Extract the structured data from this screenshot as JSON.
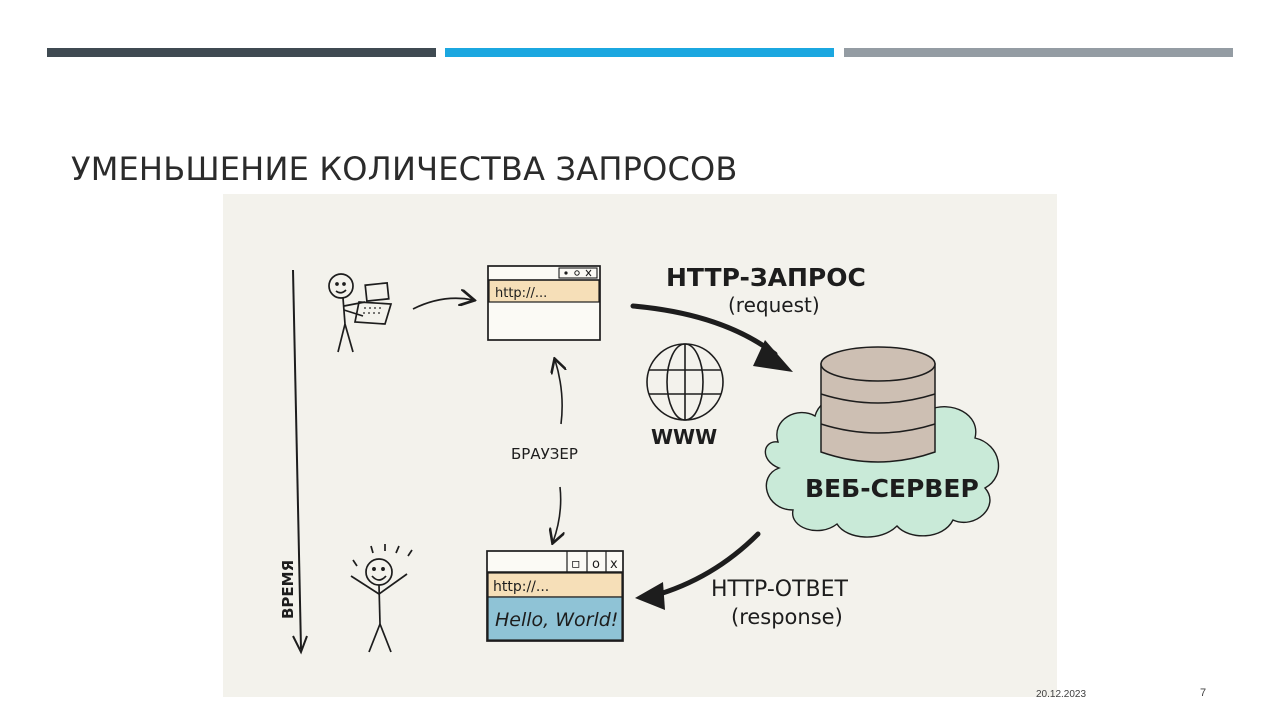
{
  "slide": {
    "title": "УМЕНЬШЕНИЕ КОЛИЧЕСТВА ЗАПРОСОВ",
    "date": "20.12.2023",
    "page_number": "7"
  },
  "top_bars": [
    {
      "color": "#3f4a52"
    },
    {
      "color": "#1ba7e0"
    },
    {
      "color": "#949ca3"
    }
  ],
  "diagram": {
    "time_label": "ВРЕМЯ",
    "browser_label": "БРАУЗЕР",
    "url_text_top": "http://...",
    "url_text_bottom": "http://...",
    "page_content": "Hello, World!",
    "request_label": "HTTP-ЗАПРОС",
    "request_sublabel": "(request)",
    "www_label": "WWW",
    "server_label": "ВЕБ-СЕРВЕР",
    "response_label": "HTTP-ОТВЕТ",
    "response_sublabel": "(response)",
    "window_buttons": [
      "▫",
      "o",
      "x"
    ],
    "colors": {
      "url_bar": "#f6dfb8",
      "content_area": "#8fc3d6",
      "cloud": "#c9ead8",
      "server": "#cdbfb3",
      "ink": "#1d1d1d"
    }
  }
}
